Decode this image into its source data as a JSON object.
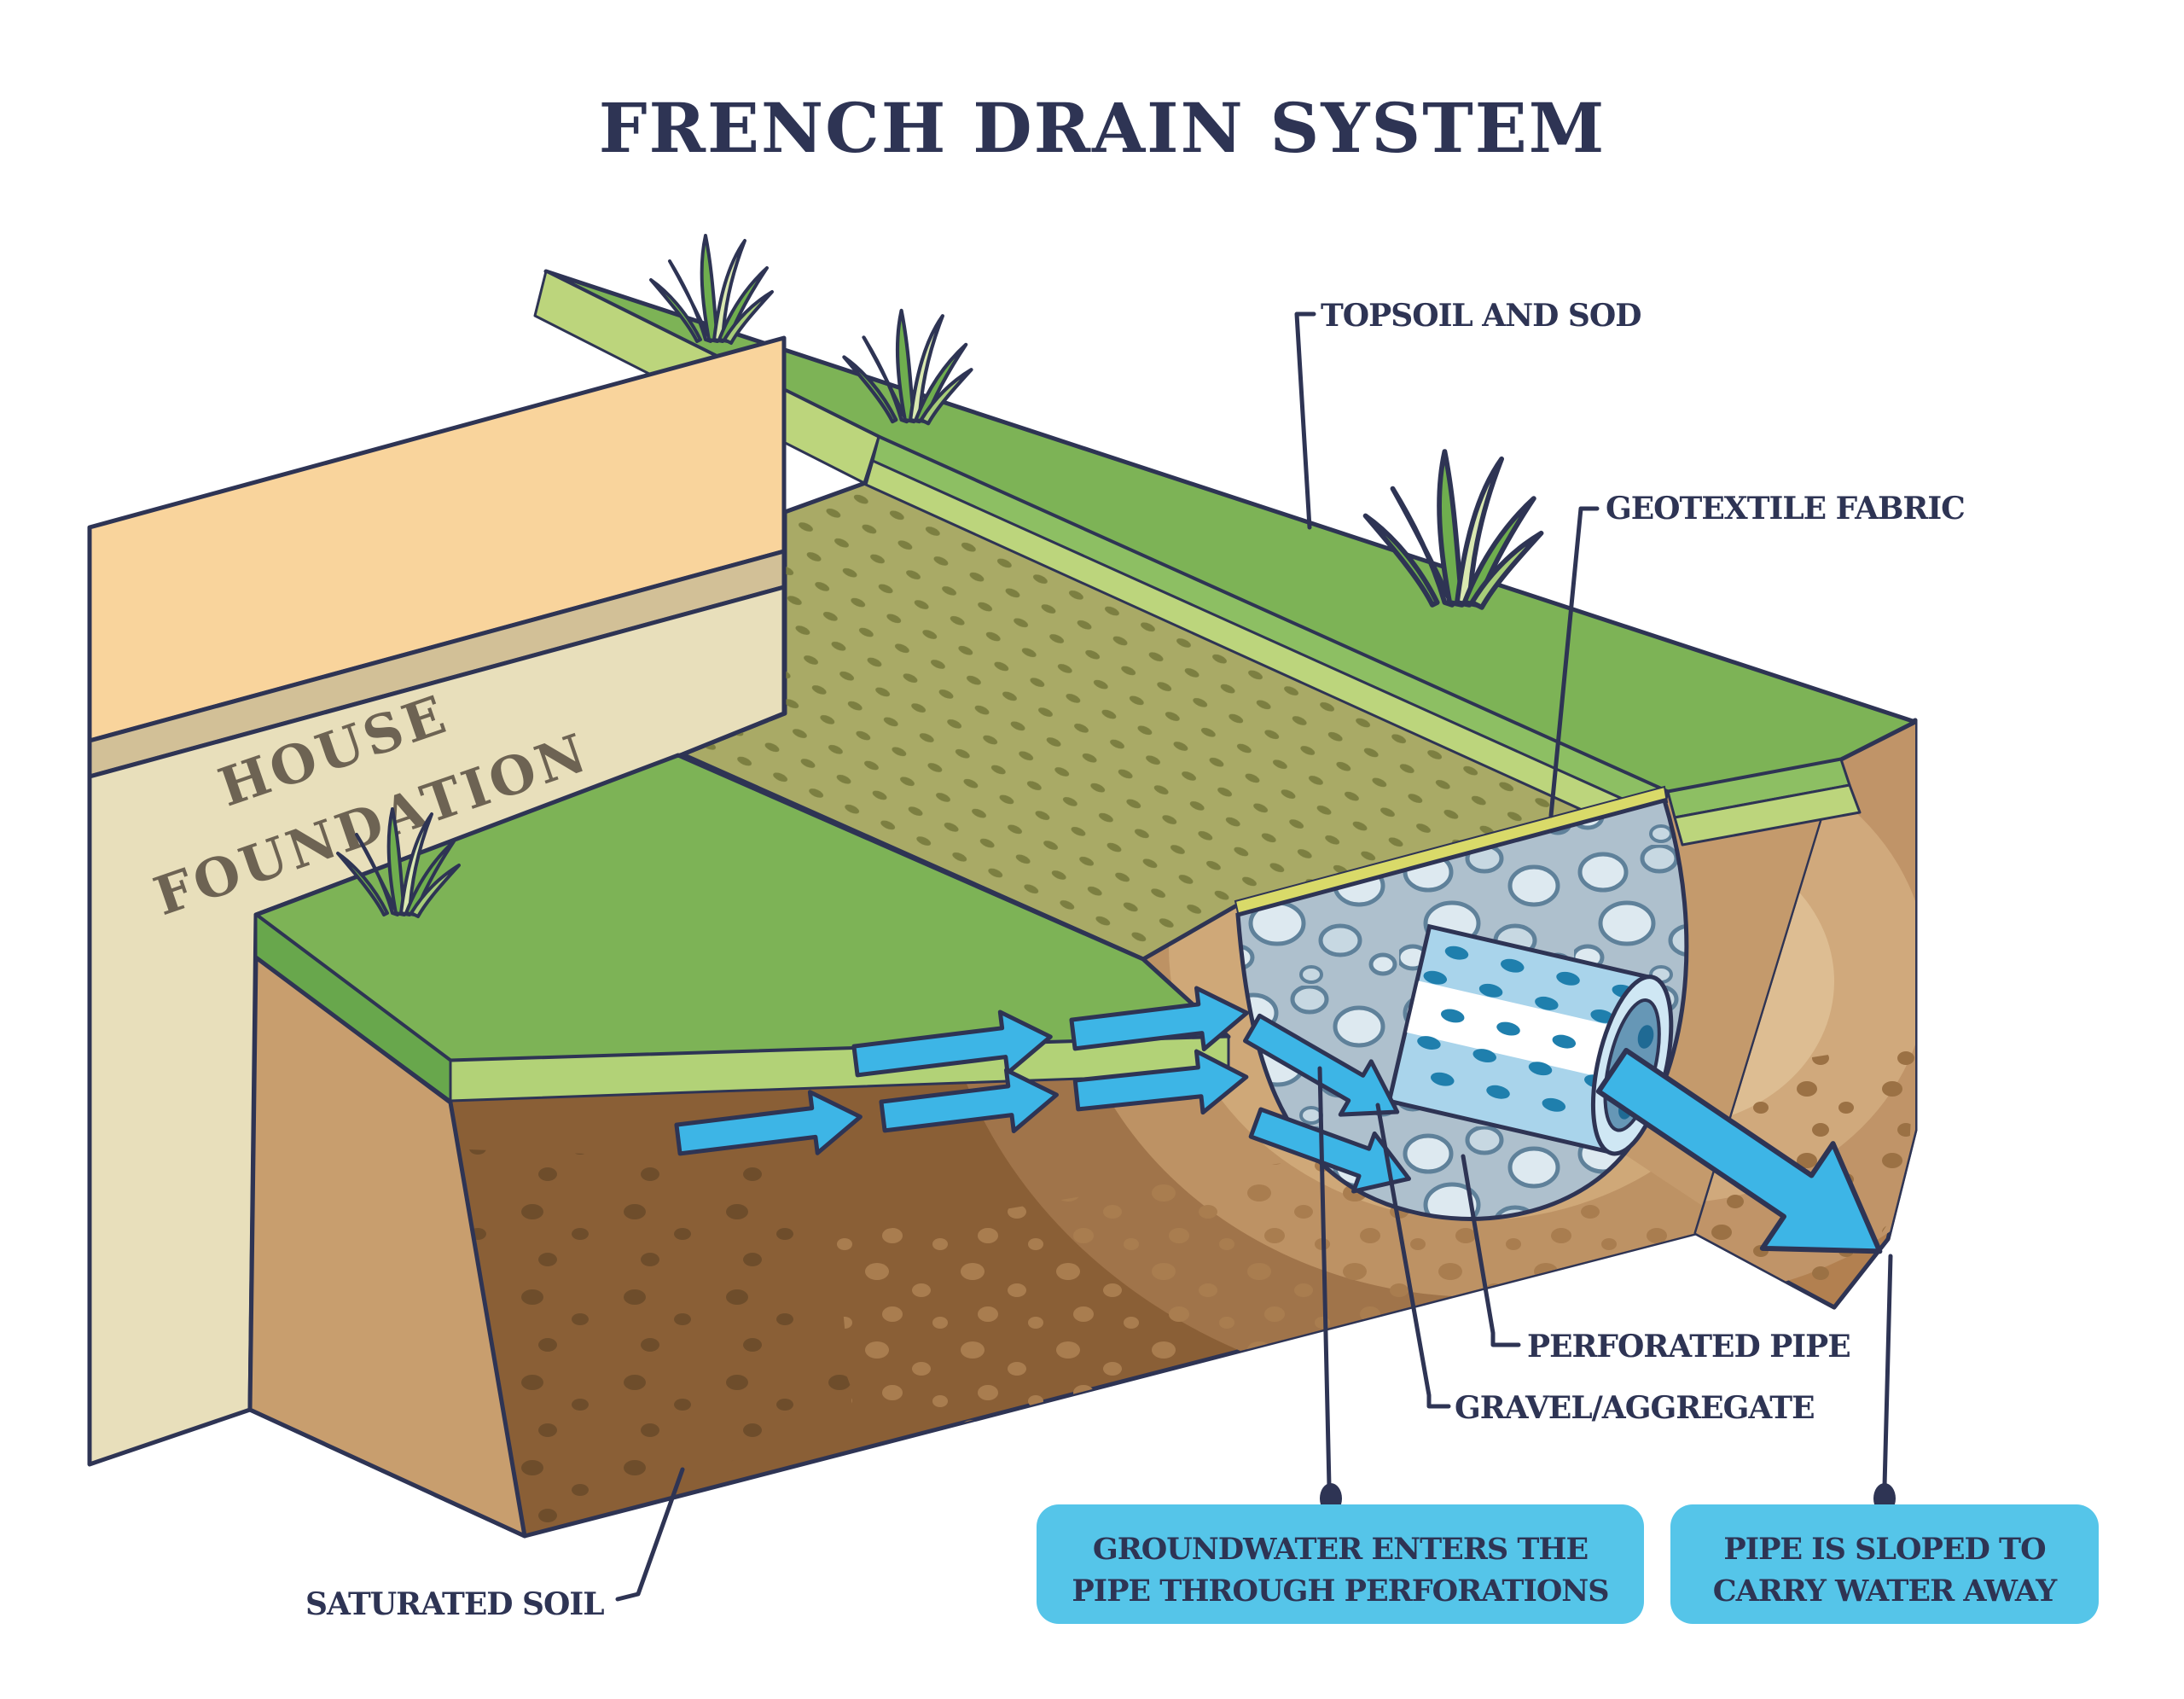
{
  "title": "FRENCH DRAIN SYSTEM",
  "labels": {
    "topsoil": "TOPSOIL AND SOD",
    "geotextile": "GEOTEXTILE FABRIC",
    "house1": "HOUSE",
    "house2": "FOUNDATION",
    "saturated": "SATURATED SOIL",
    "perforated": "PERFORATED PIPE",
    "gravel": "GRAVEL/AGGREGATE"
  },
  "callouts": {
    "groundwater": {
      "line1": "GROUNDWATER ENTERS THE",
      "line2": "PIPE THROUGH PERFORATIONS"
    },
    "sloped": {
      "line1": "PIPE IS SLOPED TO",
      "line2": "CARRY WATER AWAY"
    }
  },
  "colors": {
    "ink": "#2e3454",
    "callout_bg": "#55c5e9",
    "water": "#3db5e6",
    "grass": "#7db356",
    "sod_edge": "#bcd57c",
    "geotextile_fabric": "#d9da69",
    "fabric_covered_soil": "#a9aa66",
    "soil_dark": "#8a5f36",
    "soil_light": "#c89e6e",
    "gravel_bg": "#aec0cd",
    "stone": "#dde9f0",
    "pipe_body": "#a9d4eb",
    "wall_peach": "#f9d49c",
    "foundation_beige": "#e8dfbb",
    "foundation_text": "#6d6353"
  }
}
